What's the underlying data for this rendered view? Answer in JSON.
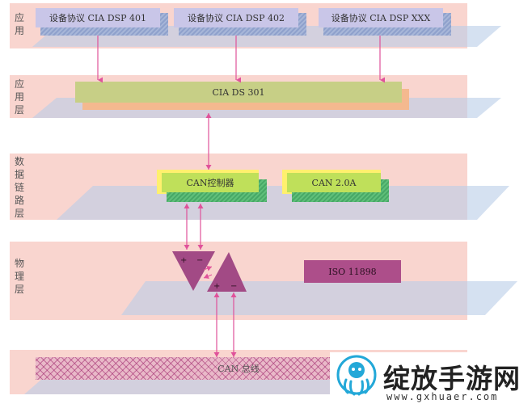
{
  "layers": {
    "application": "应用",
    "application_layer": "应用层",
    "data_link_layer": "数据链路层",
    "physical_layer": "物理层"
  },
  "app_protocols": [
    "设备协议 CIA DSP 401",
    "设备协议 CIA DSP 402",
    "设备协议 CIA DSP XXX"
  ],
  "app_layer_box": "CIA DS 301",
  "datalink": {
    "controller": "CAN控制器",
    "standard": "CAN 2.0A"
  },
  "physical": {
    "standard": "ISO 11898",
    "plus": "+",
    "minus": "−"
  },
  "bus": {
    "label": "CAN 总线"
  },
  "watermark": {
    "brand": "绽放手游网",
    "url": "www.gxhuaer.com"
  },
  "colors": {
    "band": "#f9d5cf",
    "arrow": "#e0529a",
    "triangle": "#a24a85",
    "iso": "#ad4e8a",
    "protocol_box": "#c6c3e6"
  }
}
